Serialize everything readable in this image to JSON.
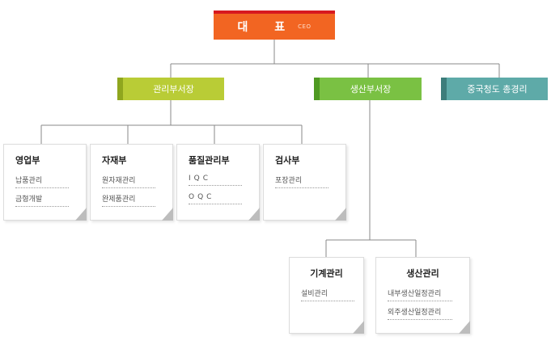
{
  "ceo": {
    "title": "대 표",
    "subtitle": "CEO"
  },
  "executives": {
    "admin": "관리부서장",
    "production": "생산부서장",
    "china": "중국청도 총경리"
  },
  "departments": {
    "sales": {
      "title": "영업부",
      "items": [
        "납품관리",
        "금형개발"
      ]
    },
    "material": {
      "title": "자재부",
      "items": [
        "원자재관리",
        "완제품관리"
      ]
    },
    "quality": {
      "title": "품질관리부",
      "items": [
        "IQC",
        "OQC"
      ]
    },
    "inspect": {
      "title": "검사부",
      "items": [
        "포장관리"
      ]
    },
    "machine": {
      "title": "기계관리",
      "items": [
        "설비관리"
      ]
    },
    "prodmgmt": {
      "title": "생산관리",
      "items": [
        "내부생산일정관리",
        "외주생산일정관리"
      ]
    }
  },
  "colors": {
    "ceo": "#f26522",
    "ceo_top": "#d71920",
    "admin": "#b9cc36",
    "production": "#7ac143",
    "china": "#5eaaa8",
    "line": "#888888"
  }
}
